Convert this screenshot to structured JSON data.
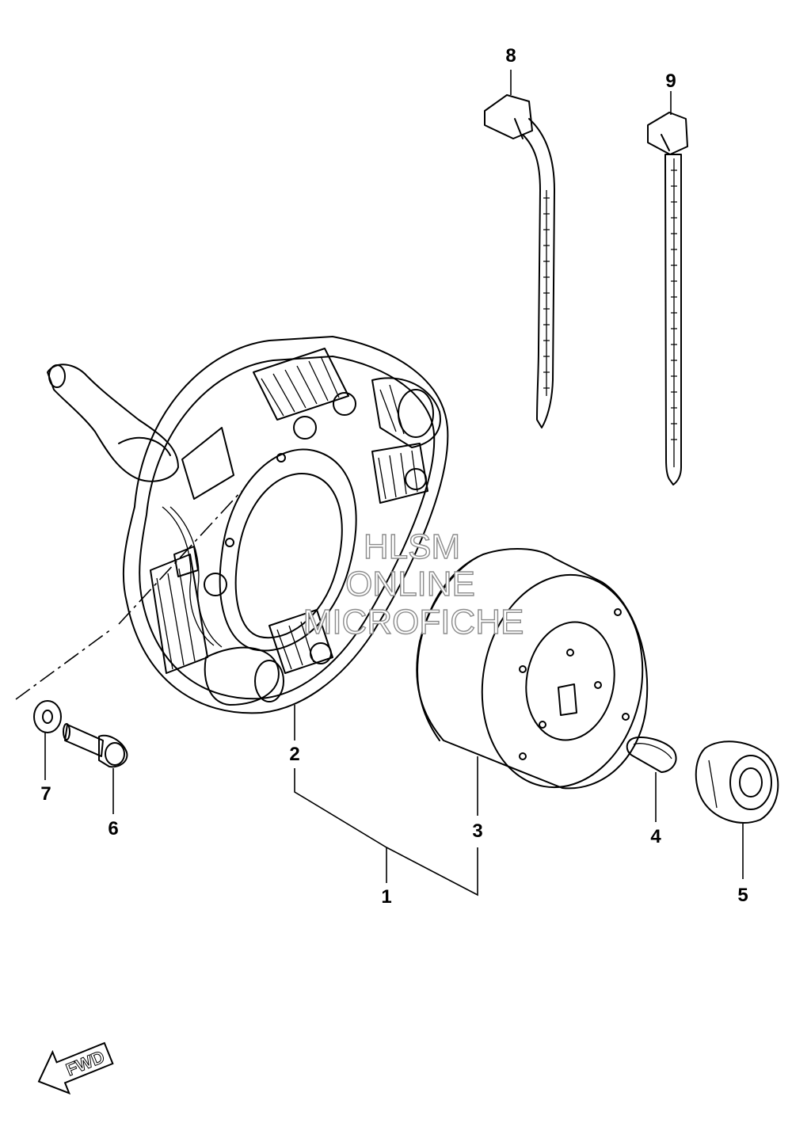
{
  "labels": {
    "p1": "1",
    "p2": "2",
    "p3": "3",
    "p4": "4",
    "p5": "5",
    "p6": "6",
    "p7": "7",
    "p8": "8",
    "p9": "9"
  },
  "watermark": {
    "line1": "HLSM",
    "line2": "ONLINE",
    "line3": "MICROFICHE",
    "color": "#8c8c8c"
  },
  "fwd_label": "FWD"
}
